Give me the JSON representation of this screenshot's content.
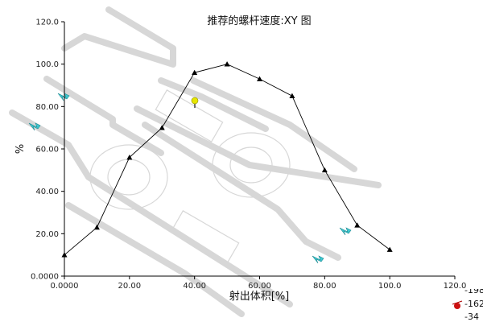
{
  "chart_data": {
    "type": "line",
    "title": "推荐的螺杆速度:XY 图",
    "xlabel": "射出体积[%]",
    "ylabel": "%",
    "xlim": [
      0,
      120
    ],
    "ylim": [
      0,
      120
    ],
    "x_ticks": [
      "0.0000",
      "20.00",
      "40.00",
      "60.00",
      "80.00",
      "100.0",
      "120.0"
    ],
    "y_ticks": [
      "0.0000",
      "20.00",
      "40.00",
      "60.00",
      "80.00",
      "100.0",
      "120.0"
    ],
    "series": [
      {
        "x": [
          0,
          10,
          20,
          30,
          40,
          50,
          60,
          70,
          80,
          90,
          100
        ],
        "y": [
          10,
          23,
          56,
          70,
          96,
          100,
          93,
          85,
          50,
          24,
          12.5
        ]
      }
    ],
    "grid": false,
    "legend": "none",
    "colors": {
      "line": "#000000",
      "marker": "#000000",
      "model": "#c8c8c8",
      "gate_arrow": "#3fc8d0",
      "injection_point": "#e6e600"
    }
  },
  "triad": {
    "labels": [
      "-162",
      "-34"
    ],
    "partial_label": "-198"
  }
}
